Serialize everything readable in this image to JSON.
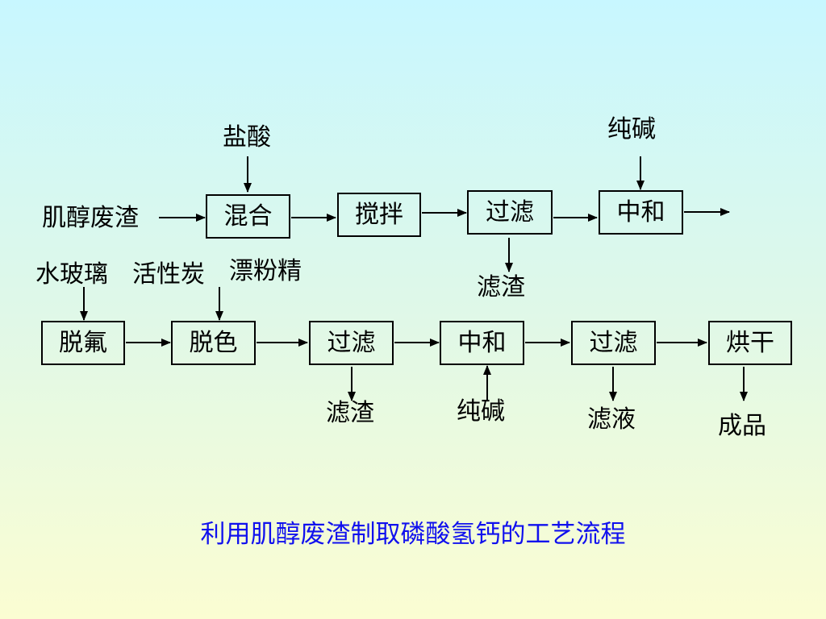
{
  "row1": {
    "input": "肌醇废渣",
    "boxes": [
      "混合",
      "搅拌",
      "过滤",
      "中和"
    ],
    "add_hcl": "盐酸",
    "add_soda": "纯碱",
    "filter_residue": "滤渣"
  },
  "row2": {
    "boxes": [
      "脱氟",
      "脱色",
      "过滤",
      "中和",
      "过滤",
      "烘干"
    ],
    "add_water_glass": "水玻璃",
    "add_carbon": "活性炭",
    "add_bleach": "漂粉精",
    "filter_residue": "滤渣",
    "add_soda": "纯碱",
    "filtrate": "滤液",
    "product": "成品"
  },
  "caption": "利用肌醇废渣制取磷酸氢钙的工艺流程",
  "colors": {
    "caption": "#1010ee",
    "lines": "#000000"
  }
}
